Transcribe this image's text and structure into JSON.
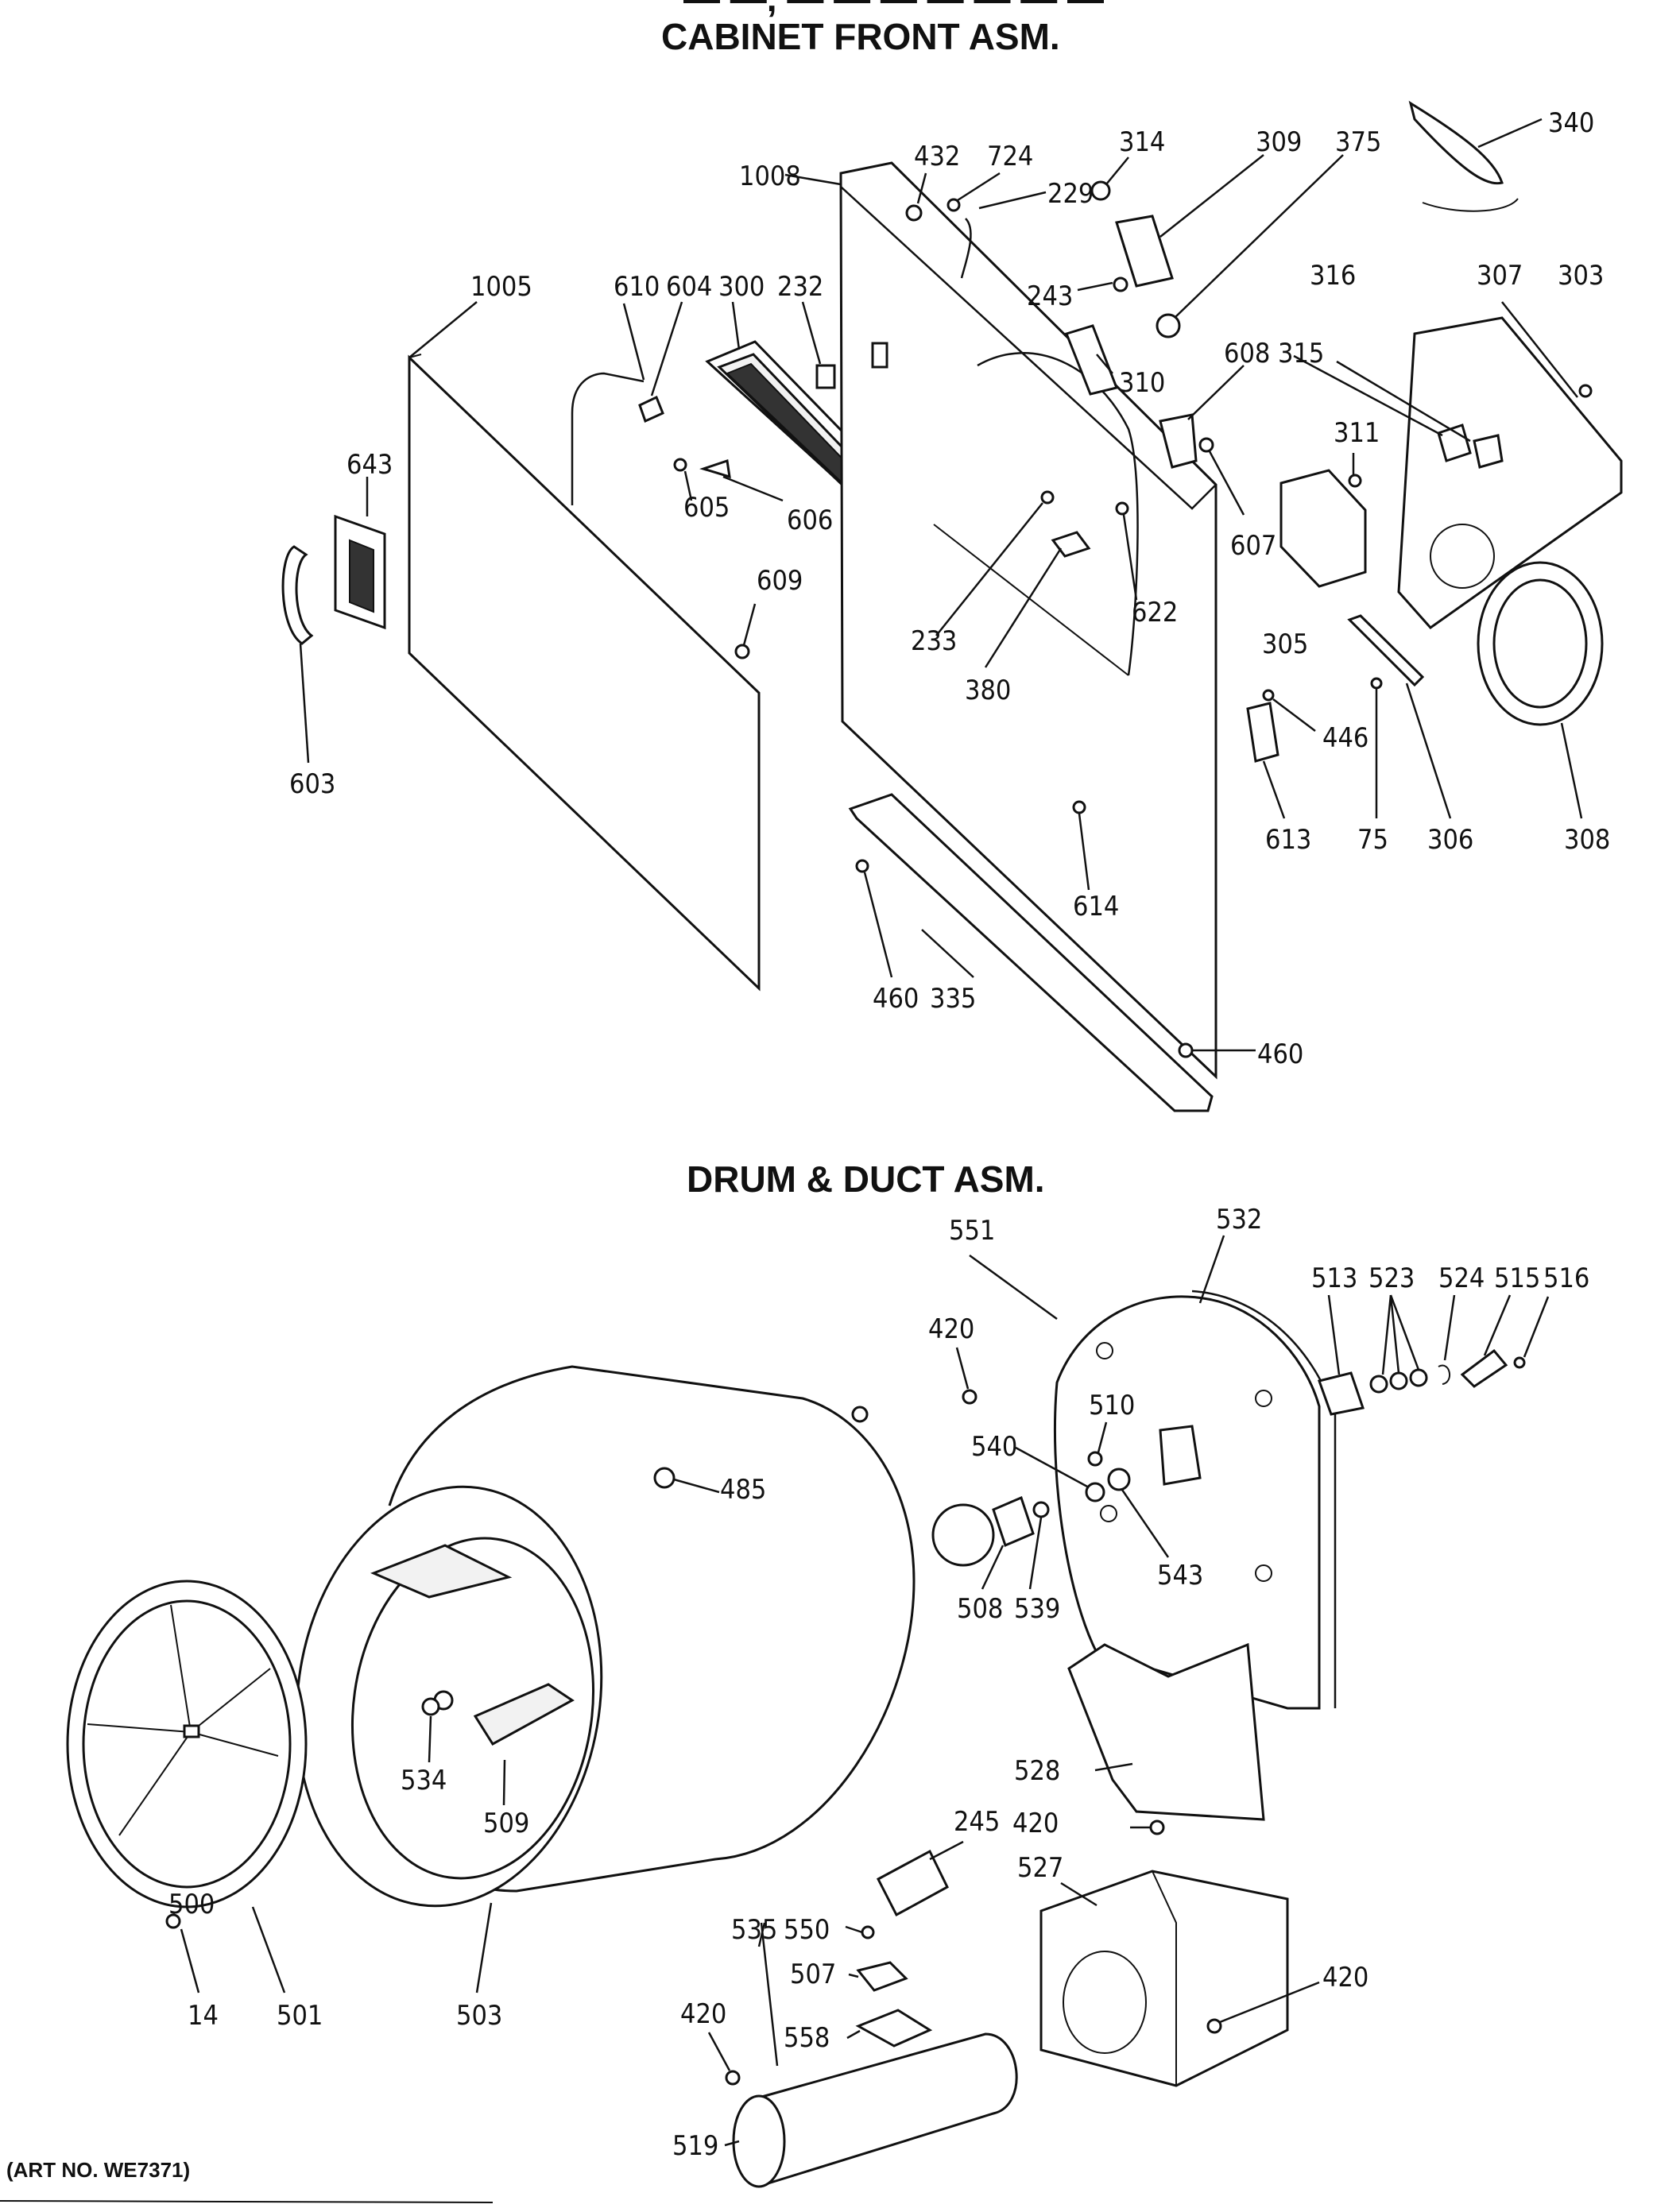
{
  "sections": {
    "top_partial_title": "— —, — — — — — — —",
    "cabinet_title": "CABINET FRONT ASM.",
    "drum_title": "DRUM & DUCT ASM.",
    "art_no": "(ART NO. WE7371)"
  },
  "cabinet_labels": {
    "l1008": "1008",
    "l432": "432",
    "l724": "724",
    "l229": "229",
    "l314": "314",
    "l309": "309",
    "l375": "375",
    "l340": "340",
    "l1005": "1005",
    "l610": "610",
    "l604": "604",
    "l300": "300",
    "l232": "232",
    "l243": "243",
    "l310": "310",
    "l608": "608",
    "l316": "316",
    "l307": "307",
    "l303": "303",
    "l315": "315",
    "l311": "311",
    "l643": "643",
    "l605": "605",
    "l606": "606",
    "l607": "607",
    "l609": "609",
    "l233": "233",
    "l622": "622",
    "l305": "305",
    "l380": "380",
    "l446": "446",
    "l603": "603",
    "l613": "613",
    "l75": "75",
    "l306": "306",
    "l308": "308",
    "l614": "614",
    "l460a": "460",
    "l335": "335",
    "l460b": "460"
  },
  "drum_labels": {
    "l551": "551",
    "l532": "532",
    "l513": "513",
    "l523": "523",
    "l524": "524",
    "l515": "515",
    "l516": "516",
    "l420a": "420",
    "l510": "510",
    "l540": "540",
    "l485": "485",
    "l543": "543",
    "l508": "508",
    "l539": "539",
    "l528": "528",
    "l534": "534",
    "l509": "509",
    "l245": "245",
    "l420b": "420",
    "l527": "527",
    "l500": "500",
    "l535": "535",
    "l550": "550",
    "l507": "507",
    "l420c": "420",
    "l420d": "420",
    "l558": "558",
    "l14": "14",
    "l501": "501",
    "l503": "503",
    "l519": "519"
  }
}
